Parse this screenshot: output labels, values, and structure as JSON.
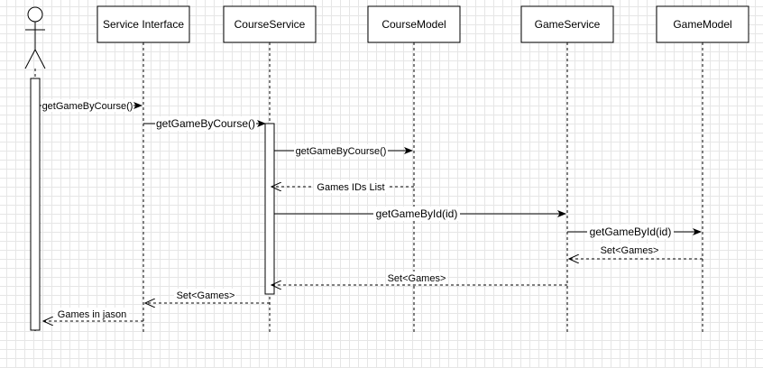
{
  "participants": [
    {
      "id": "user",
      "label": "",
      "kind": "actor"
    },
    {
      "id": "service_interface",
      "label": "Service Interface",
      "kind": "box"
    },
    {
      "id": "course_service",
      "label": "CourseService",
      "kind": "box"
    },
    {
      "id": "course_model",
      "label": "CourseModel",
      "kind": "box"
    },
    {
      "id": "game_service",
      "label": "GameService",
      "kind": "box"
    },
    {
      "id": "game_model",
      "label": "GameModel",
      "kind": "box"
    }
  ],
  "messages": [
    {
      "from": "user",
      "to": "service_interface",
      "label": "getGameByCourse()",
      "style": "solid"
    },
    {
      "from": "service_interface",
      "to": "course_service",
      "label": "getGameByCourse()",
      "style": "solid"
    },
    {
      "from": "course_service",
      "to": "course_model",
      "label": "getGameByCourse()",
      "style": "solid"
    },
    {
      "from": "course_model",
      "to": "course_service",
      "label": "Games IDs List",
      "style": "dashed"
    },
    {
      "from": "course_service",
      "to": "game_service",
      "label": "getGameById(id)",
      "style": "solid"
    },
    {
      "from": "game_service",
      "to": "game_model",
      "label": "getGameById(id)",
      "style": "solid"
    },
    {
      "from": "game_model",
      "to": "game_service",
      "label": "Set<Games>",
      "style": "dashed"
    },
    {
      "from": "game_service",
      "to": "course_service",
      "label": "Set<Games>",
      "style": "dashed"
    },
    {
      "from": "course_service",
      "to": "service_interface",
      "label": "Set<Games>",
      "style": "dashed"
    },
    {
      "from": "service_interface",
      "to": "user",
      "label": "Games in jason",
      "style": "dashed"
    }
  ],
  "activations": [
    {
      "participant": "user"
    },
    {
      "participant": "course_service"
    }
  ]
}
